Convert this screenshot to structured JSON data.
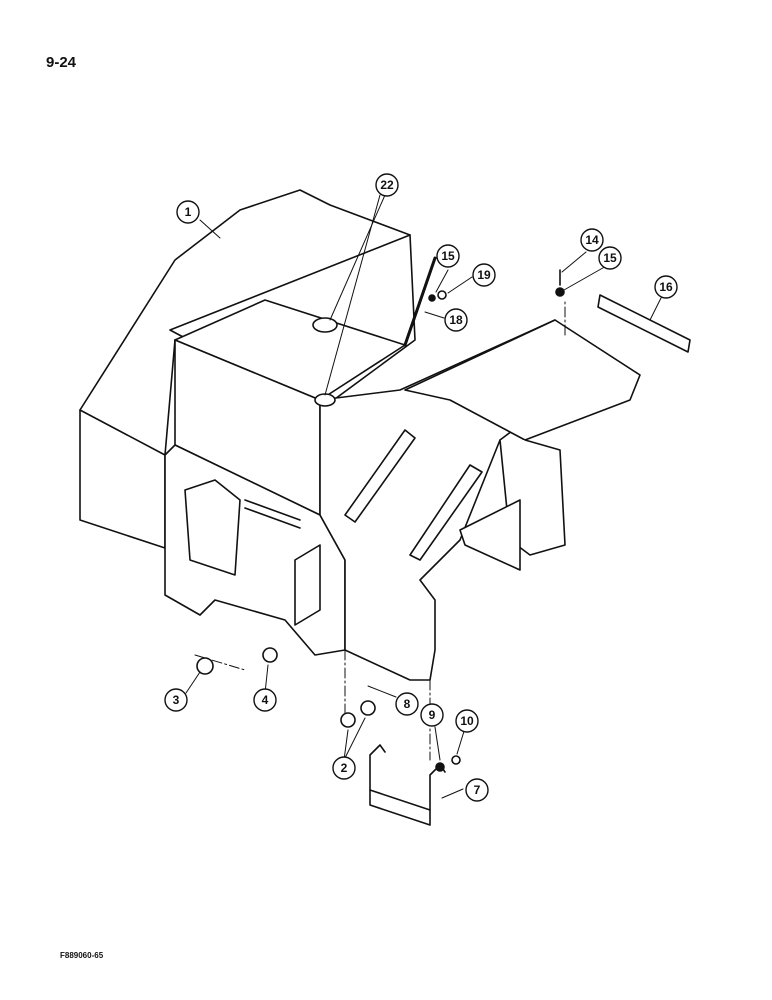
{
  "page": {
    "number": "9-24",
    "figure_code": "F889060-65"
  },
  "callouts": {
    "c1": "1",
    "c22": "22",
    "c15a": "15",
    "c19": "19",
    "c18": "18",
    "c14": "14",
    "c15b": "15",
    "c16": "16",
    "c3": "3",
    "c4": "4",
    "c8": "8",
    "c2": "2",
    "c9": "9",
    "c10": "10",
    "c7": "7"
  },
  "colors": {
    "line": "#111111",
    "paper": "#ffffff"
  }
}
